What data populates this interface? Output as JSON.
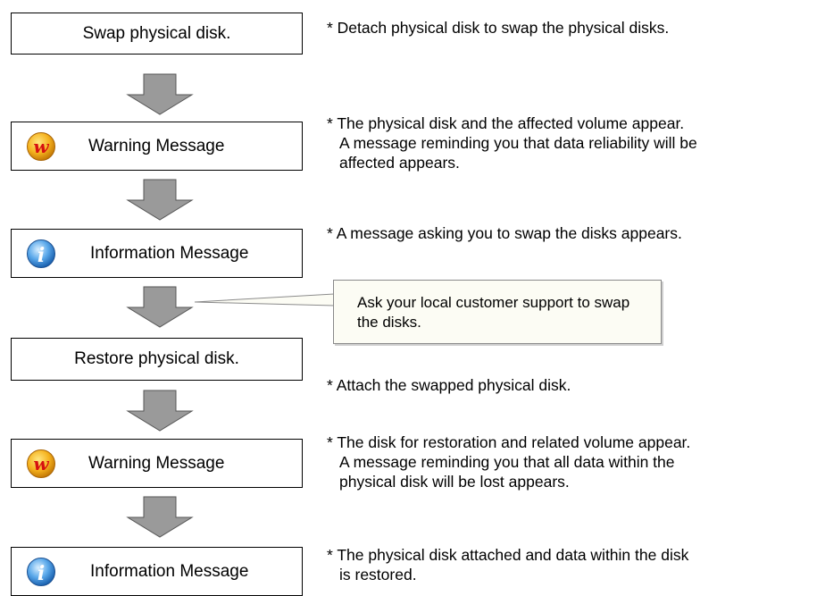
{
  "steps": [
    {
      "label": "Swap physical disk.",
      "note": [
        "* Detach physical disk to swap the physical disks."
      ]
    },
    {
      "label": "Warning Message",
      "icon": "warning-icon",
      "note": [
        "* The physical disk and the affected volume appear.",
        "A message reminding you that data reliability will be",
        "affected appears."
      ]
    },
    {
      "label": "Information Message",
      "icon": "information-icon",
      "note": [
        "* A message asking you to swap the disks appears."
      ]
    },
    {
      "label": "Restore physical disk.",
      "note": [
        "* Attach the swapped physical disk."
      ]
    },
    {
      "label": "Warning Message",
      "icon": "warning-icon",
      "note": [
        "* The disk for restoration and related volume appear.",
        "A message reminding you that all data within the",
        "physical disk will be lost appears."
      ]
    },
    {
      "label": "Information Message",
      "icon": "information-icon",
      "note": [
        "* The physical disk attached and data within the disk",
        "is restored."
      ]
    }
  ],
  "callout": {
    "lines": [
      "Ask your local customer support to swap",
      "the disks."
    ]
  },
  "colors": {
    "arrow_fill": "#9a9a9a",
    "arrow_stroke": "#555555",
    "warning_icon": "#f0a020",
    "info_icon": "#3a8fd8",
    "callout_bg": "#fcfcf4"
  }
}
